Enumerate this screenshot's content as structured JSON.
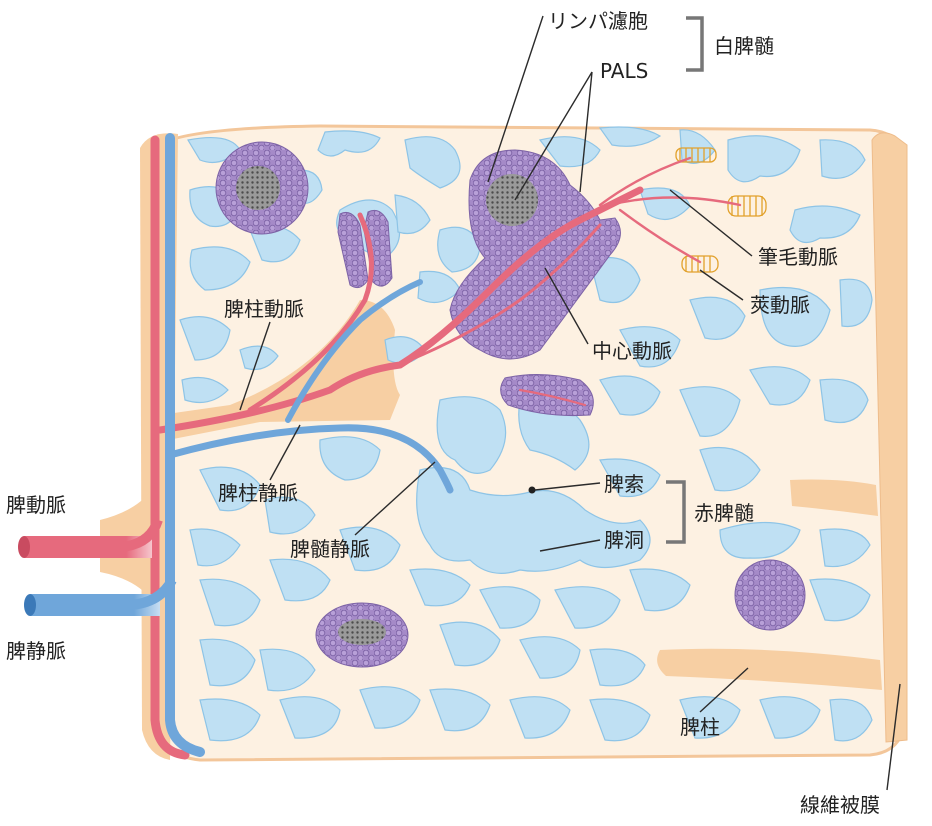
{
  "labels": {
    "lymph_follicle": "リンパ濾胞",
    "pals": "PALS",
    "white_pulp": "白脾髄",
    "penicillar_artery": "筆毛動脈",
    "sheathed_artery": "莢動脈",
    "central_artery": "中心動脈",
    "trabecular_artery": "脾柱動脈",
    "trabecular_vein": "脾柱静脈",
    "pulp_vein": "脾髄静脈",
    "splenic_cord": "脾索",
    "splenic_sinus": "脾洞",
    "red_pulp": "赤脾髄",
    "splenic_artery": "脾動脈",
    "splenic_vein": "脾静脈",
    "trabecula": "脾柱",
    "fibrous_capsule": "線維被膜"
  },
  "colors": {
    "parenchyma": "#fdf1e2",
    "capsule": "#f7cfa3",
    "sinus": "#bfe0f3",
    "sinus_edge": "#8ec4e6",
    "artery": "#e66a7d",
    "vein": "#6fa6da",
    "follicle": "#a58ac8",
    "germinal_center": "#8c8c8c",
    "sheath": "#f2c24a"
  }
}
